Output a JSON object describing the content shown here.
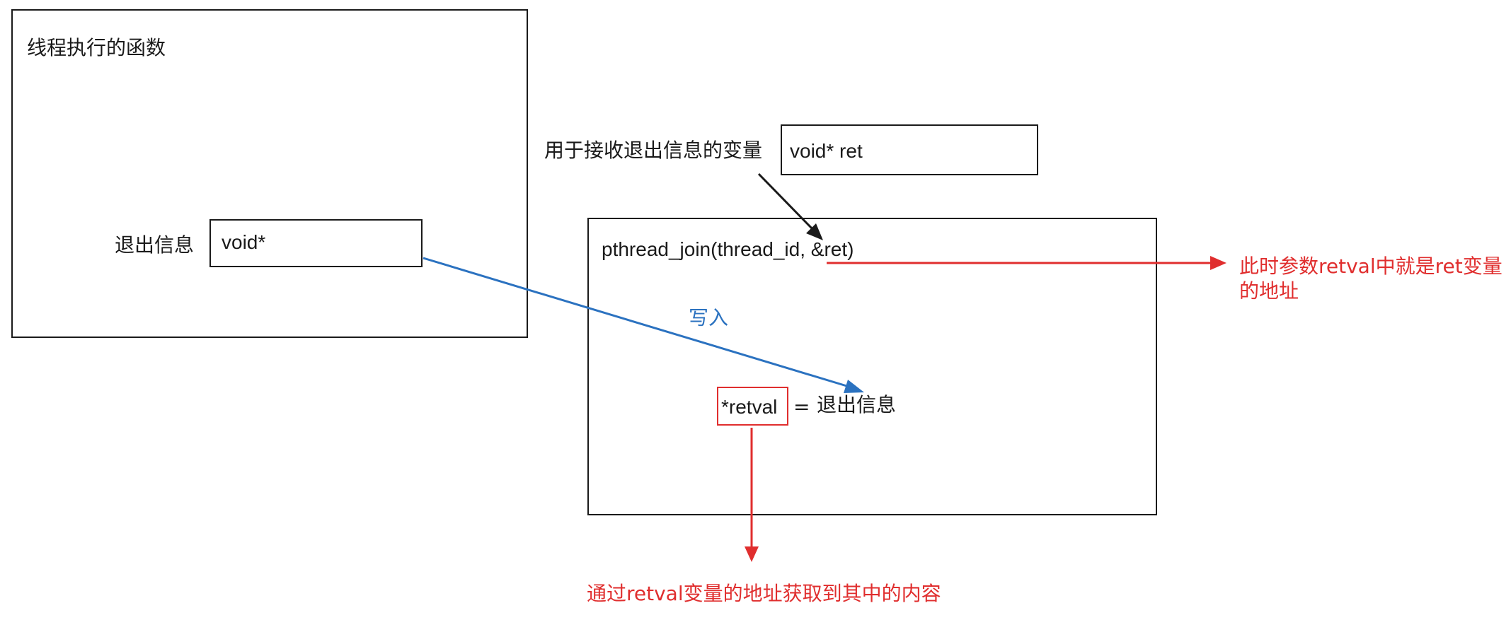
{
  "thread_func": {
    "title": "线程执行的函数",
    "exit_label": "退出信息",
    "exit_type": "void*"
  },
  "receiver": {
    "label": "用于接收退出信息的变量",
    "var_decl": "void* ret"
  },
  "join_box": {
    "call": "pthread_join(thread_id, &ret)",
    "write_label": "写入",
    "deref": "*retval",
    "equals": "=",
    "rhs": "退出信息"
  },
  "annotations": {
    "retval_note_line1": "此时参数retval中就是ret变量",
    "retval_note_line2": "的地址",
    "bottom_note": "通过retval变量的地址获取到其中的内容"
  },
  "colors": {
    "black": "#1a1a1a",
    "red": "#e02e2e",
    "blue": "#2b72c0"
  }
}
